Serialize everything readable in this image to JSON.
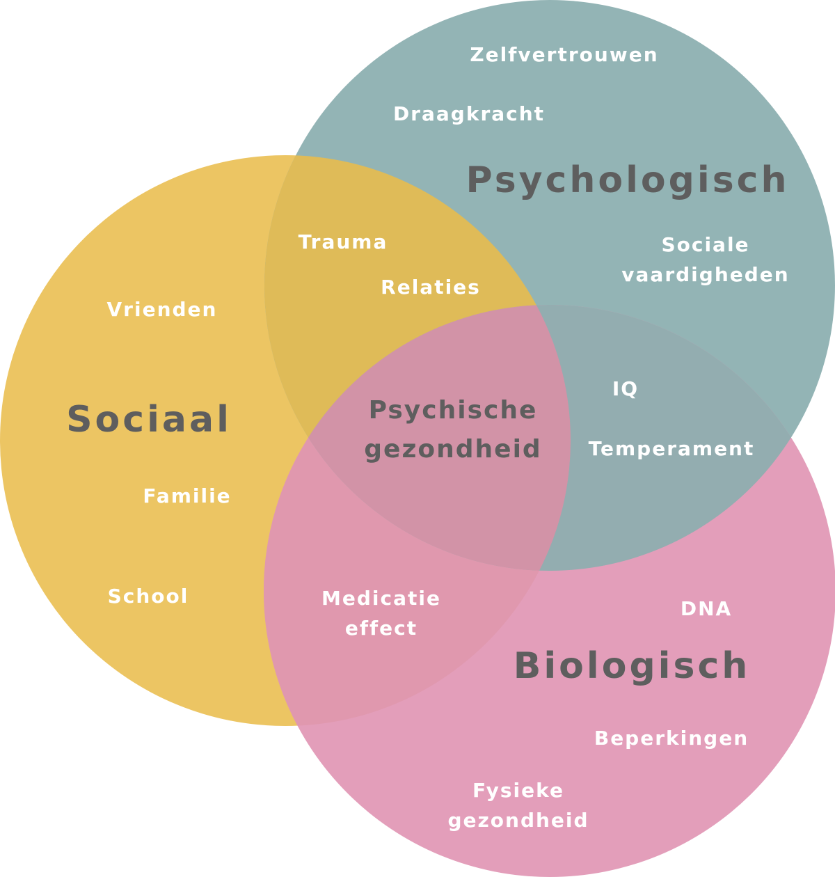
{
  "diagram": {
    "type": "venn",
    "title": "Psychische gezondheid",
    "colors": {
      "sociaal": "#ECC563",
      "psychologisch": "#93B4B5",
      "biologisch": "#E39EBA",
      "sociaal_psychologisch": "#DFBB58",
      "sociaal_biologisch": "#E098AE",
      "psychologisch_biologisch": "#93ADB0",
      "all": "#D293A7",
      "heading_text": "#5E5E5E",
      "label_text": "#FFFFFF"
    },
    "sets": {
      "sociaal": {
        "heading": "Sociaal",
        "items": [
          "Vrienden",
          "Familie",
          "School"
        ]
      },
      "psychologisch": {
        "heading": "Psychologisch",
        "items": [
          "Zelfvertrouwen",
          "Draagkracht",
          "Sociale",
          "vaardigheden"
        ]
      },
      "biologisch": {
        "heading": "Biologisch",
        "items": [
          "DNA",
          "Beperkingen",
          "Fysieke",
          "gezondheid"
        ]
      }
    },
    "overlaps": {
      "sociaal_psychologisch": [
        "Trauma",
        "Relaties"
      ],
      "psychologisch_biologisch": [
        "IQ",
        "Temperament"
      ],
      "sociaal_biologisch": [
        "Medicatie",
        "effect"
      ],
      "center": [
        "Psychische",
        "gezondheid"
      ]
    }
  }
}
